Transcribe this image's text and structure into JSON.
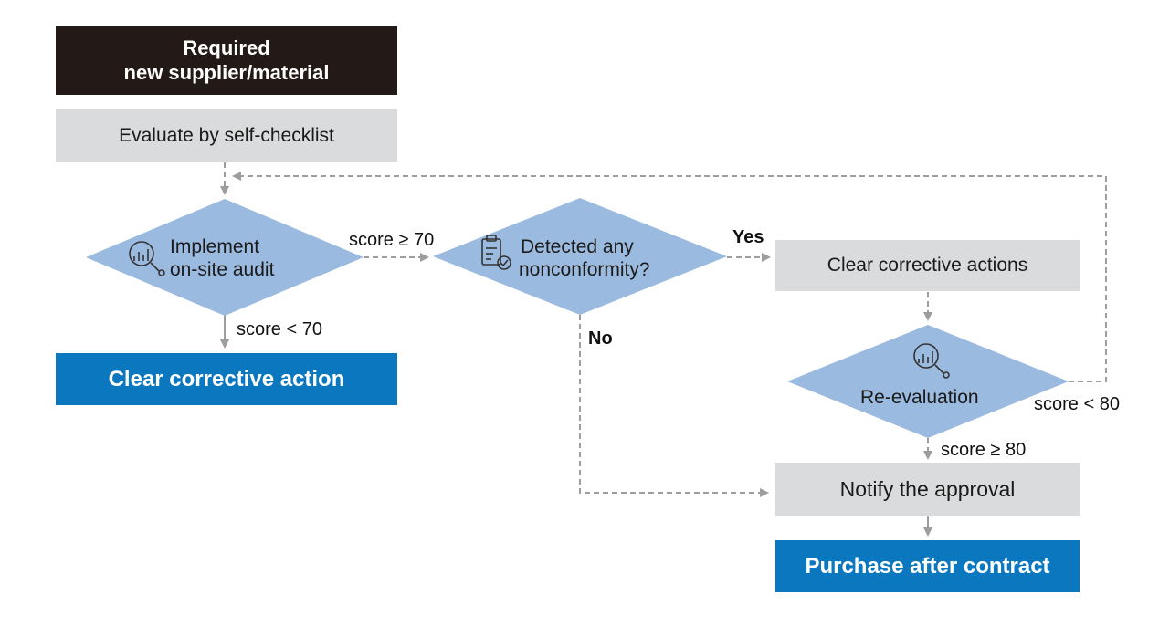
{
  "boxes": {
    "start_line1": "Required",
    "start_line2": "new supplier/material",
    "self_check": "Evaluate by self-checklist",
    "clear_action_left": "Clear corrective action",
    "clear_actions_right": "Clear corrective actions",
    "notify": "Notify the approval",
    "purchase": "Purchase after contract"
  },
  "decisions": {
    "audit_line1": "Implement",
    "audit_line2": "on-site audit",
    "nonconf_line1": "Detected any",
    "nonconf_line2": "nonconformity?",
    "reeval": "Re-evaluation"
  },
  "edges": {
    "pass_audit": "score ≥ 70",
    "fail_audit": "score < 70",
    "yes": "Yes",
    "no": "No",
    "fail_reeval": "score < 80",
    "pass_reeval": "score ≥ 80"
  },
  "icons": {
    "audit_icon": "magnifier-chart-icon",
    "nonconf_icon": "clipboard-check-icon",
    "reeval_icon": "magnifier-chart-icon"
  },
  "colors": {
    "dark_box": "#231916",
    "gray_box": "#dadbdc",
    "blue_box": "#0b77bf",
    "diamond": "#9bbae0",
    "connector": "#9d9d9d"
  }
}
